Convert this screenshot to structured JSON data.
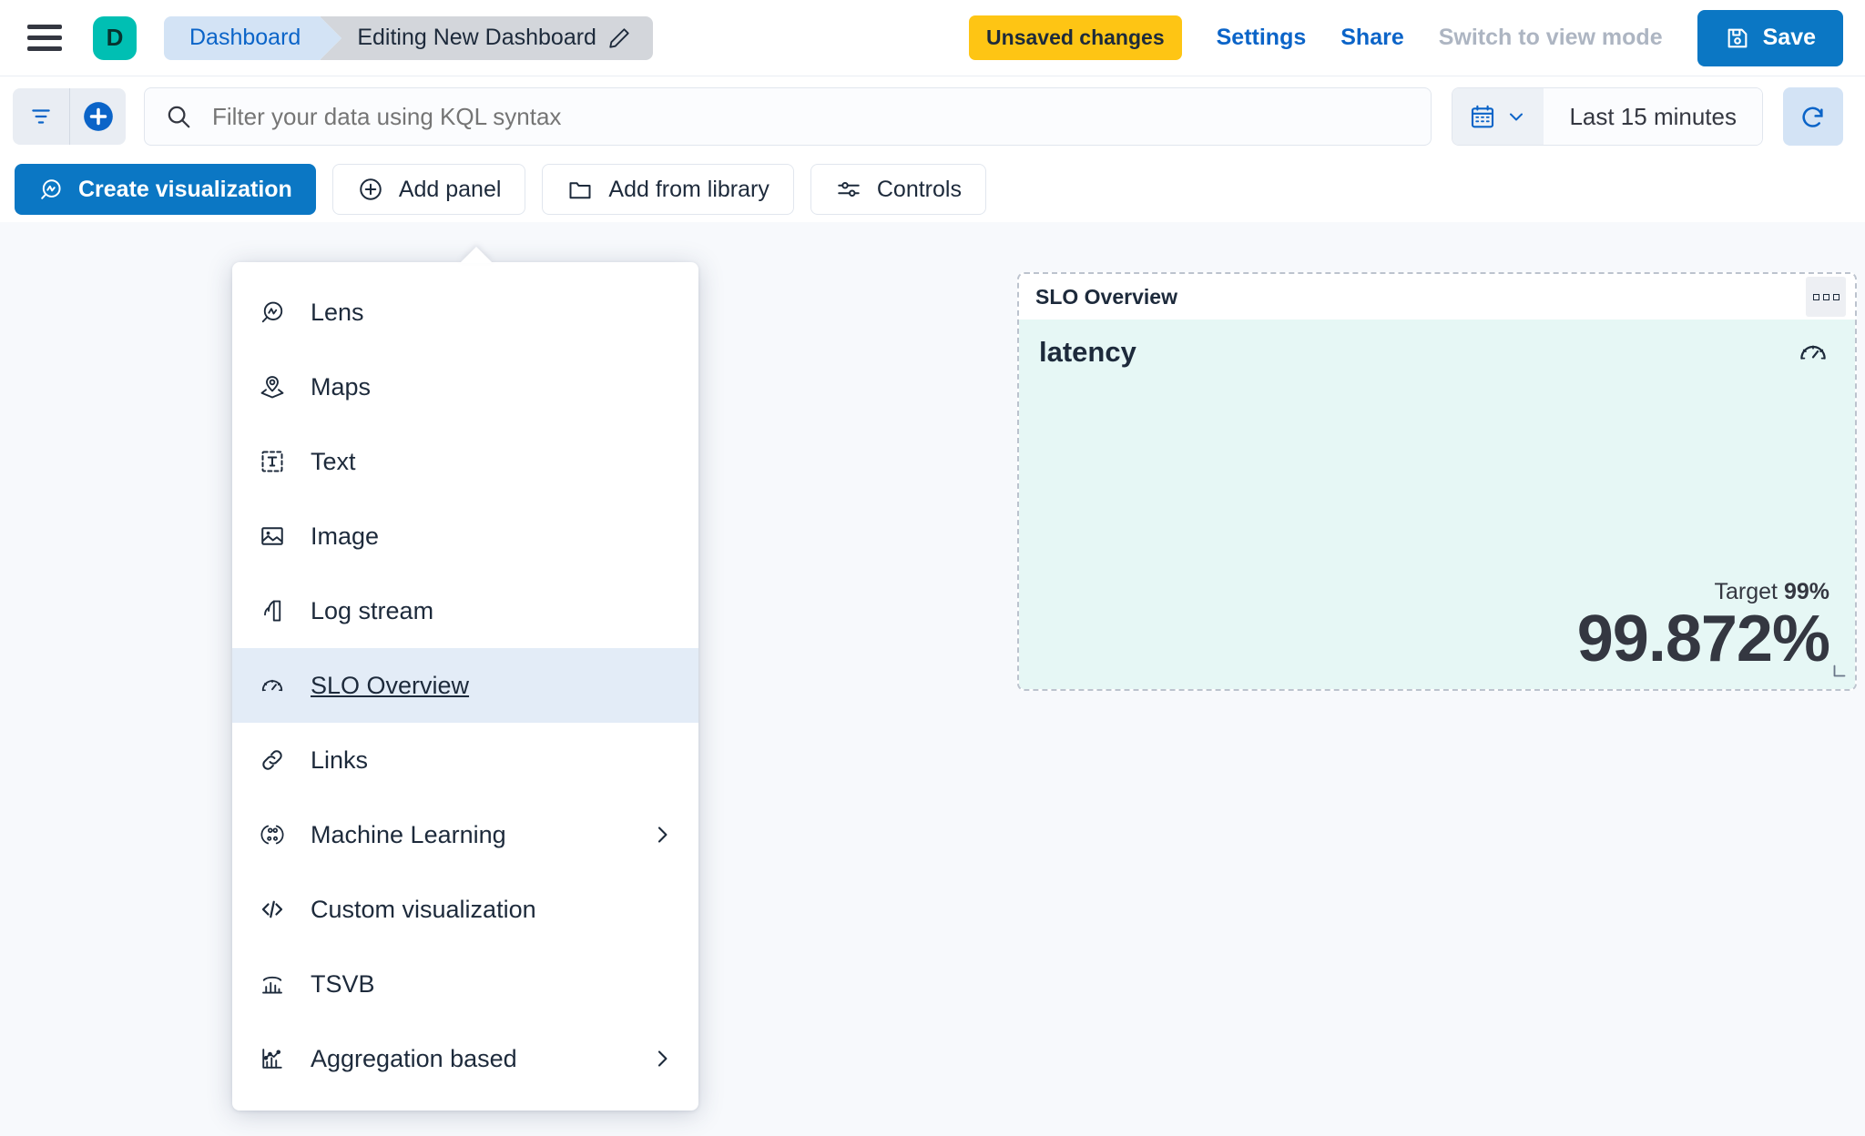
{
  "header": {
    "menu_icon": "hamburger-icon",
    "avatar_letter": "D",
    "breadcrumb_root": "Dashboard",
    "breadcrumb_current": "Editing New Dashboard",
    "edit_icon": "pencil-icon",
    "unsaved_badge": "Unsaved changes",
    "settings": "Settings",
    "share": "Share",
    "switch_view": "Switch to view mode",
    "save": "Save",
    "save_icon": "save-disk-icon"
  },
  "querybar": {
    "filter_icon": "filter-icon",
    "add_filter_icon": "plus-circle-icon",
    "search_icon": "search-icon",
    "placeholder": "Filter your data using KQL syntax",
    "calendar_icon": "calendar-icon",
    "chevron_icon": "chevron-down-icon",
    "time_range": "Last 15 minutes",
    "refresh_icon": "refresh-icon"
  },
  "toolbar": {
    "create_visualization": "Create visualization",
    "create_visualization_icon": "lens-icon",
    "add_panel": "Add panel",
    "add_panel_icon": "plus-circle-icon",
    "add_from_library": "Add from library",
    "add_from_library_icon": "folder-icon",
    "controls": "Controls",
    "controls_icon": "sliders-icon"
  },
  "menu": {
    "items": [
      {
        "label": "Lens",
        "icon": "lens-icon",
        "submenu": false,
        "selected": false
      },
      {
        "label": "Maps",
        "icon": "map-pin-icon",
        "submenu": false,
        "selected": false
      },
      {
        "label": "Text",
        "icon": "text-box-icon",
        "submenu": false,
        "selected": false
      },
      {
        "label": "Image",
        "icon": "image-icon",
        "submenu": false,
        "selected": false
      },
      {
        "label": "Log stream",
        "icon": "log-stream-icon",
        "submenu": false,
        "selected": false
      },
      {
        "label": "SLO Overview",
        "icon": "gauge-icon",
        "submenu": false,
        "selected": true
      },
      {
        "label": "Links",
        "icon": "link-icon",
        "submenu": false,
        "selected": false
      },
      {
        "label": "Machine Learning",
        "icon": "ml-icon",
        "submenu": true,
        "selected": false
      },
      {
        "label": "Custom visualization",
        "icon": "code-icon",
        "submenu": false,
        "selected": false
      },
      {
        "label": "TSVB",
        "icon": "tsvb-icon",
        "submenu": false,
        "selected": false
      },
      {
        "label": "Aggregation based",
        "icon": "agg-chart-icon",
        "submenu": true,
        "selected": false
      }
    ]
  },
  "panel": {
    "title": "SLO Overview",
    "context_menu_icon": "three-dots-icon",
    "slo_name": "latency",
    "gauge_icon": "gauge-icon",
    "target_label": "Target",
    "target_value": "99%",
    "value": "99.872%",
    "resize_icon": "resize-handle-icon"
  },
  "colors": {
    "accent_blue": "#0B77C4",
    "link_blue": "#0B64C8",
    "warning_yellow": "#FEC514",
    "avatar_teal": "#00BFB3",
    "panel_mint": "#E6F7F5",
    "selected_row": "#E3ECF7"
  }
}
